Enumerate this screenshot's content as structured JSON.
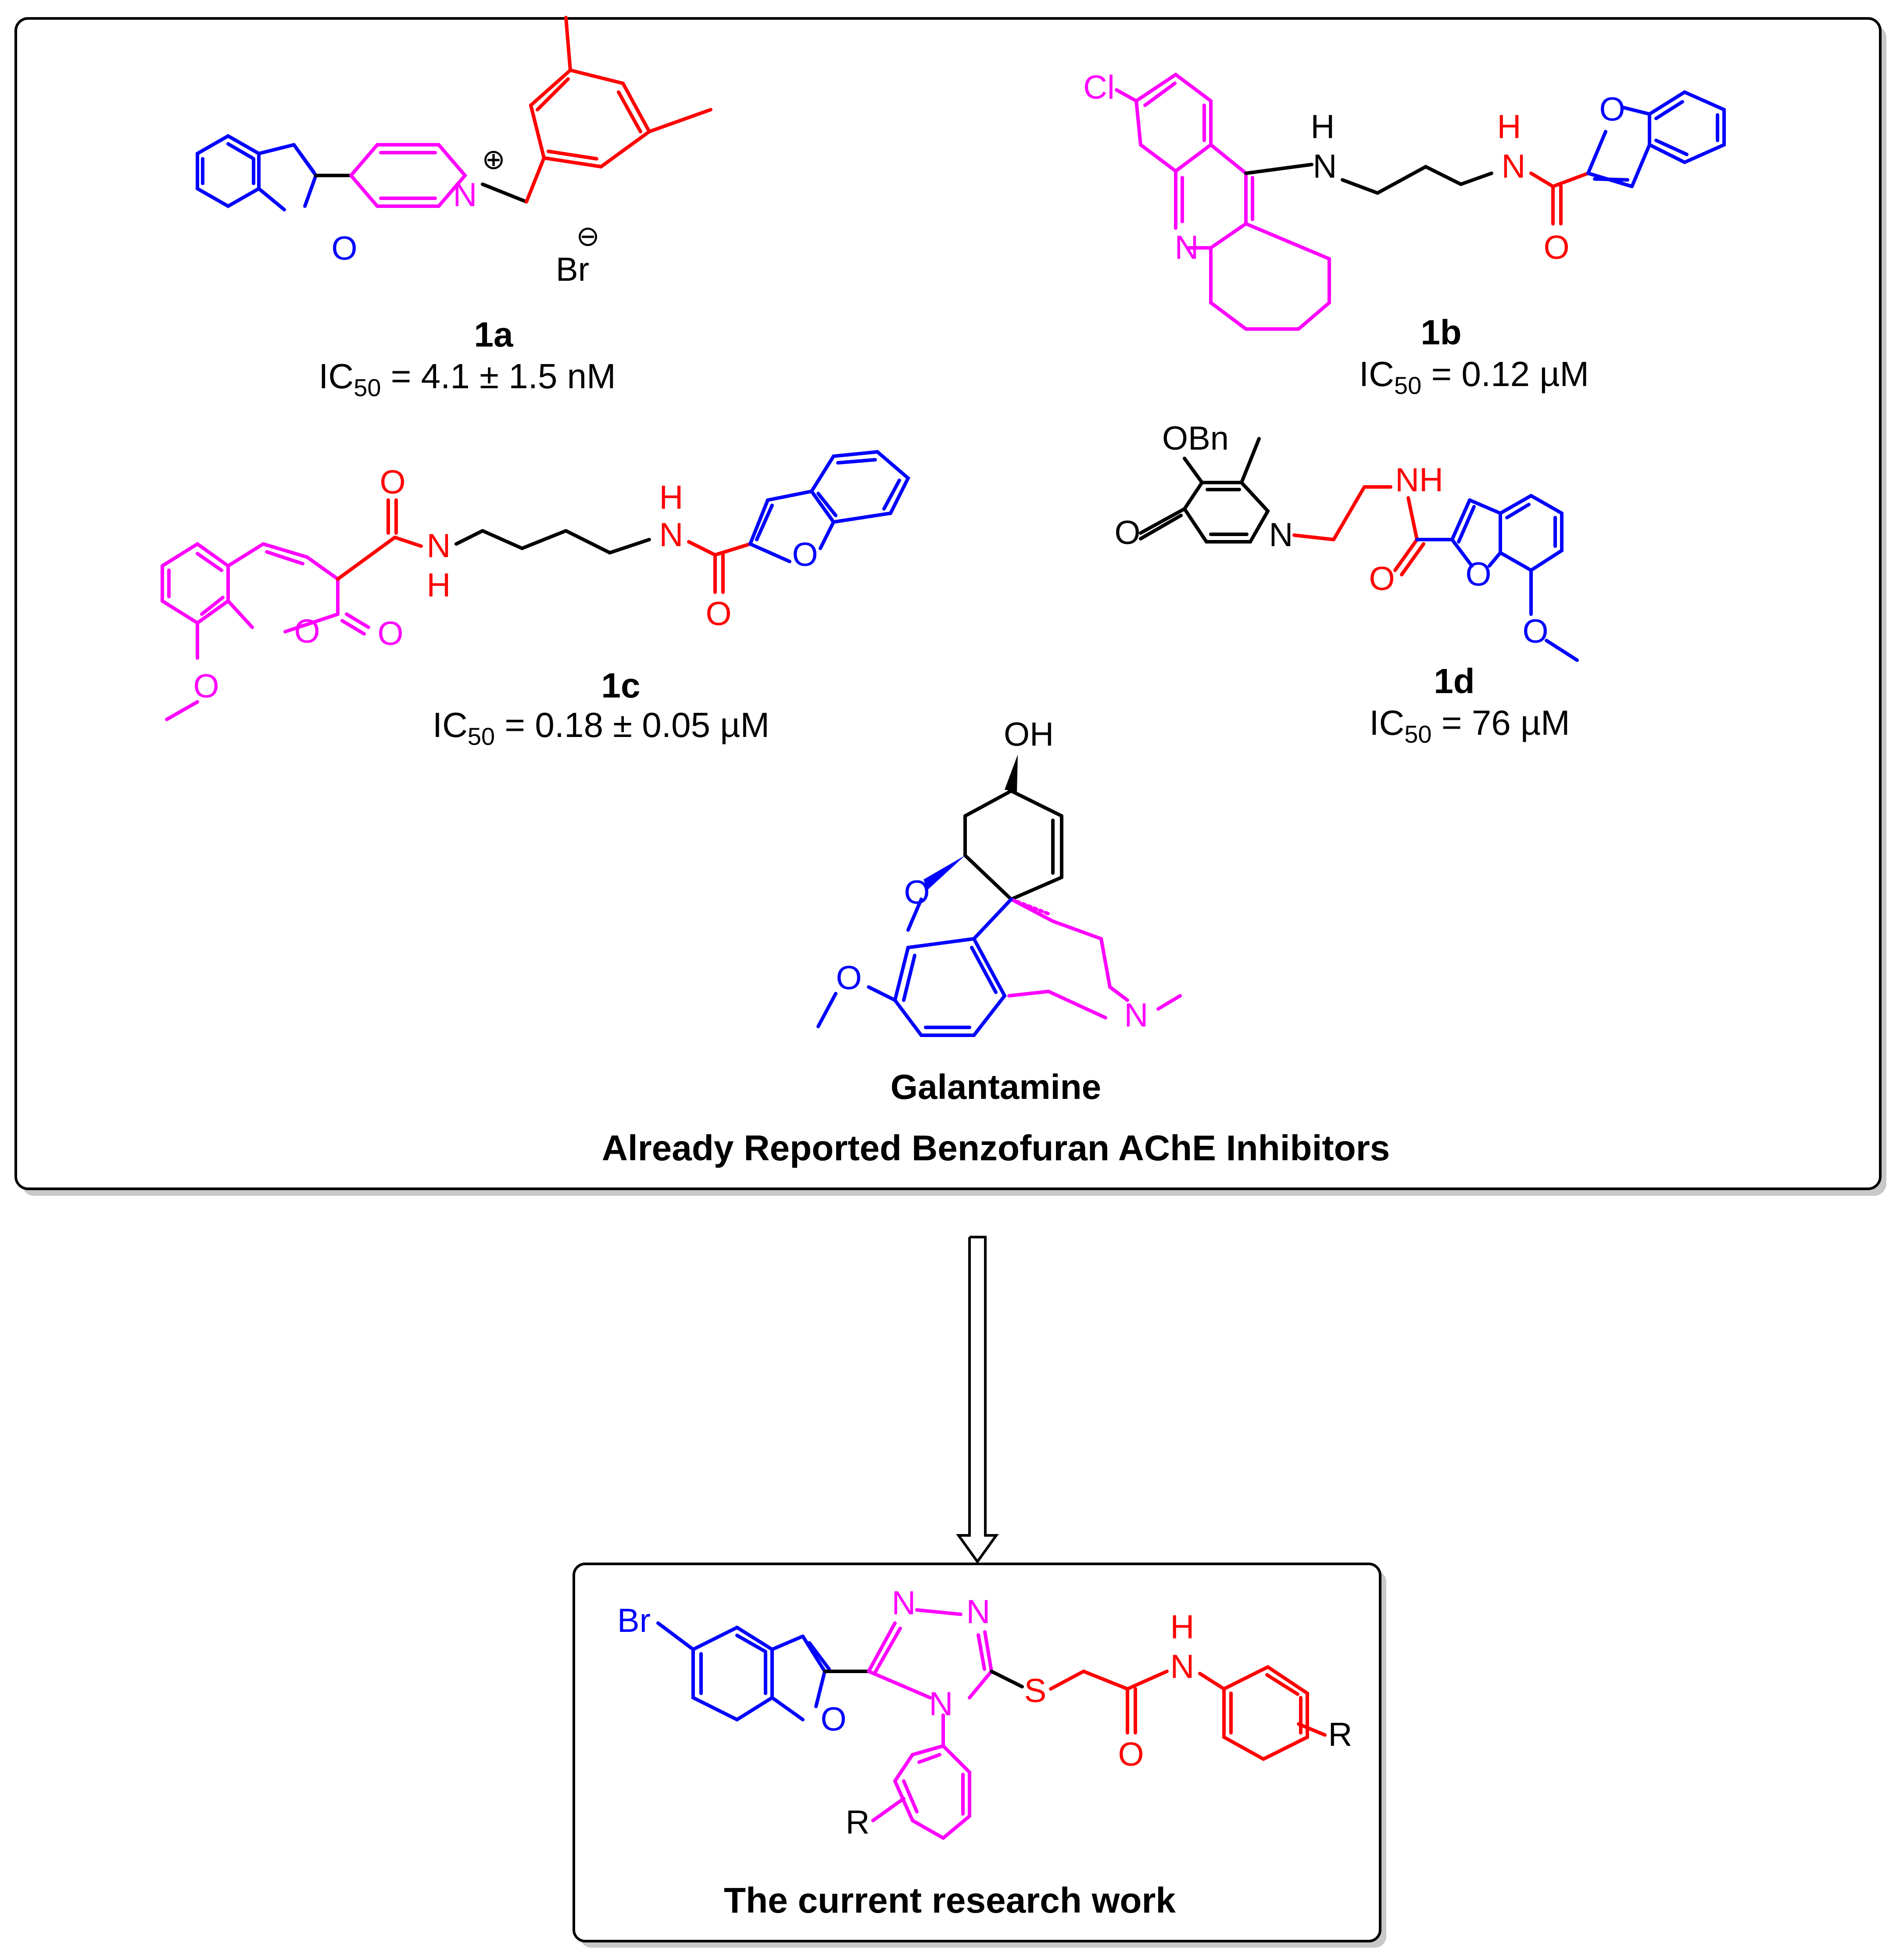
{
  "panel_title": "Already Reported Benzofuran AChE Inhibitors",
  "colors": {
    "benzofuran": "#0000ff",
    "linker": "#ff0000",
    "core": "#ff00ff",
    "bond": "#000000"
  },
  "compounds": [
    {
      "id": "1a",
      "ic50_prefix": "IC",
      "ic50_sub": "50",
      "ic50_value": " = 4.1 ± 1.5 nM"
    },
    {
      "id": "1b",
      "ic50_prefix": "IC",
      "ic50_sub": "50",
      "ic50_value": " = 0.12 µM"
    },
    {
      "id": "1c",
      "ic50_prefix": "IC",
      "ic50_sub": "50",
      "ic50_value": " = 0.18 ± 0.05 µM"
    },
    {
      "id": "1d",
      "ic50_prefix": "IC",
      "ic50_sub": "50",
      "ic50_value": " = 76 µM"
    },
    {
      "id": "Galantamine"
    }
  ],
  "atoms": {
    "1a": {
      "O": "O",
      "N": "N",
      "plus": "⊕",
      "minus": "⊖",
      "Br": "Br"
    },
    "1b": {
      "Cl": "Cl",
      "N_ring": "N",
      "NH1_H": "H",
      "NH1_N": "N",
      "NH2_H": "H",
      "NH2_N": "N",
      "O_carbonyl": "O",
      "O_furan": "O"
    },
    "1c": {
      "O_top": "O",
      "NH_left_N": "N",
      "NH_left_H": "H",
      "NH_right_H": "H",
      "NH_right_N": "N",
      "O_carbonyl": "O",
      "O_furan": "O",
      "O_ring": "O",
      "O_lactone": "O",
      "O_methoxy": "O"
    },
    "1d": {
      "OBn": "OBn",
      "O_keto": "O",
      "N_ring": "N",
      "NH": "NH",
      "O_carbonyl": "O",
      "O_furan": "O",
      "O_methoxy": "O"
    },
    "galantamine": {
      "OH": "OH",
      "O_ring": "O",
      "O_methoxy": "O",
      "N": "N"
    },
    "target": {
      "Br": "Br",
      "N1": "N",
      "N2": "N",
      "N4": "N",
      "O_furan": "O",
      "S": "S",
      "H": "H",
      "N_amide": "N",
      "O_carbonyl": "O",
      "R1": "R",
      "R2": "R"
    }
  },
  "target": {
    "caption": "The current research work"
  }
}
